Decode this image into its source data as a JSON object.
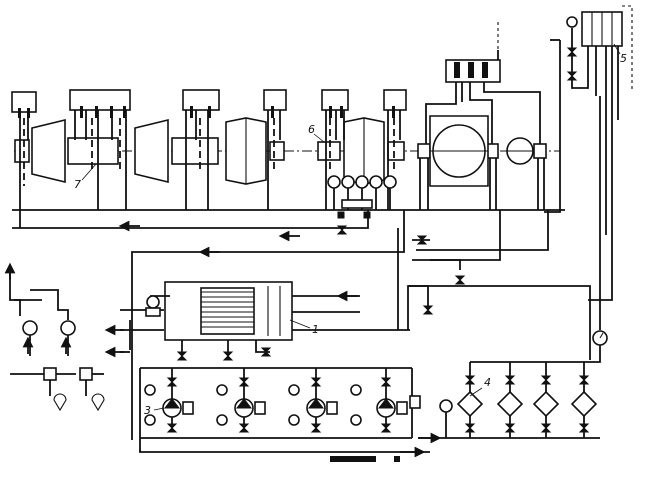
{
  "diagram": {
    "labels": {
      "oil_cooler": "1",
      "pump_unit": "3",
      "oil_filters": "4",
      "oil_tank": "5",
      "bearing_6": "6",
      "bearing_7": "7"
    },
    "colors": {
      "ink": "#111111",
      "background": "#ffffff"
    },
    "components": {
      "turbine_casings": 4,
      "generator": 1,
      "exciter": 1,
      "oil_pumps": 4,
      "filters": 4,
      "gauges_on_manifold": 5
    }
  }
}
